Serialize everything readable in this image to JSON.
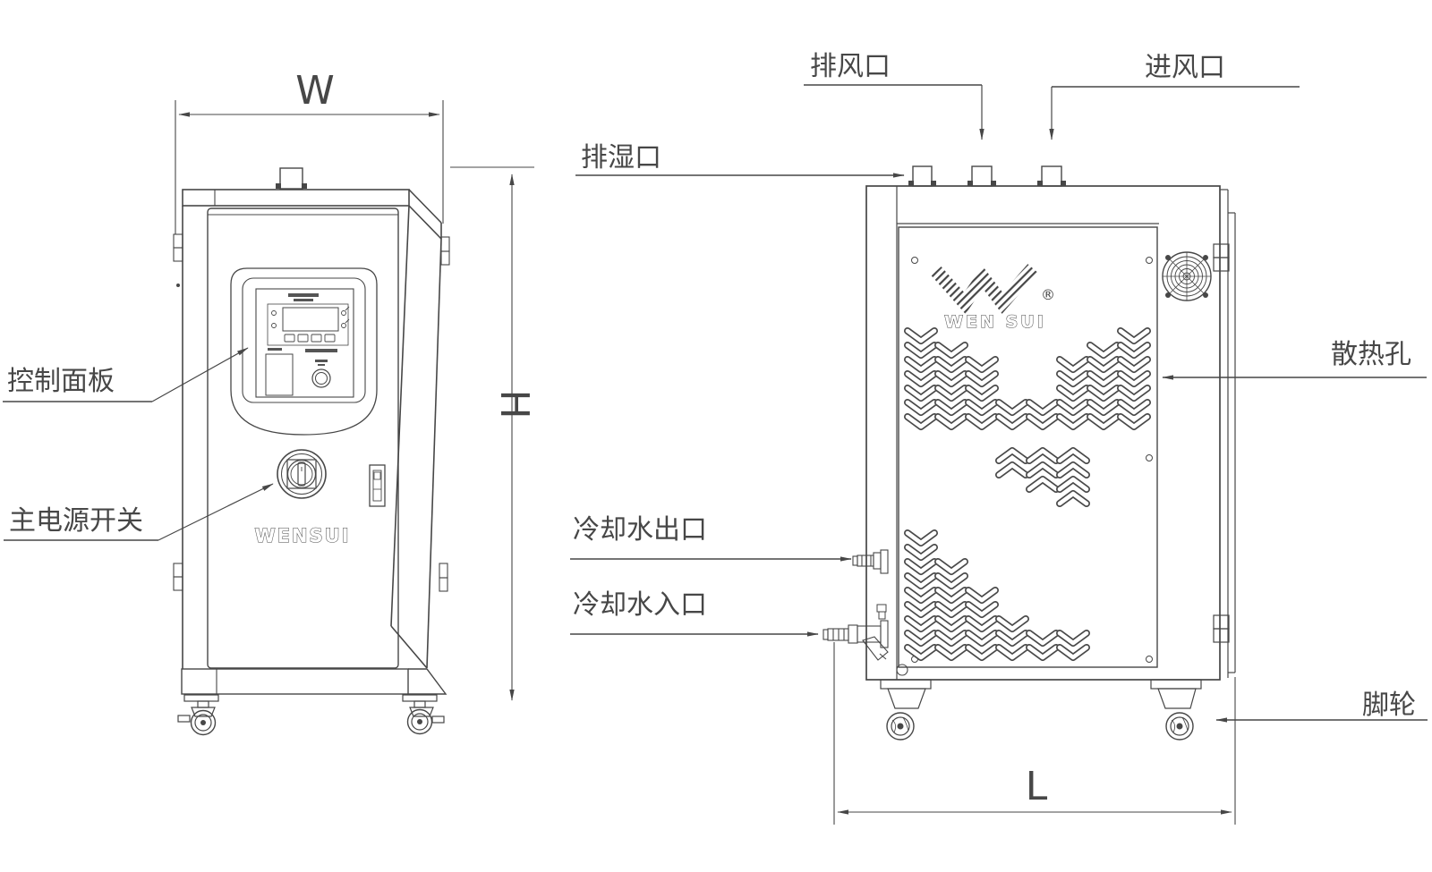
{
  "drawing": {
    "front_view": {
      "dim_width": "W",
      "dim_height": "H",
      "brand_logo": "WENSUI",
      "callouts": {
        "control_panel": "控制面板",
        "main_power_switch": "主电源开关"
      }
    },
    "side_view": {
      "dim_length": "L",
      "brand_logo": "WEN SUI",
      "registered_mark": "®",
      "callouts": {
        "moisture_exhaust_port": "排湿口",
        "exhaust_air_port": "排风口",
        "air_inlet_port": "进风口",
        "cooling_water_outlet": "冷却水出口",
        "cooling_water_inlet": "冷却水入口",
        "heat_dissipation_holes": "散热孔",
        "caster_wheel": "脚轮"
      }
    },
    "colors": {
      "line": "#474747",
      "text": "#474747",
      "background": "#ffffff"
    }
  }
}
